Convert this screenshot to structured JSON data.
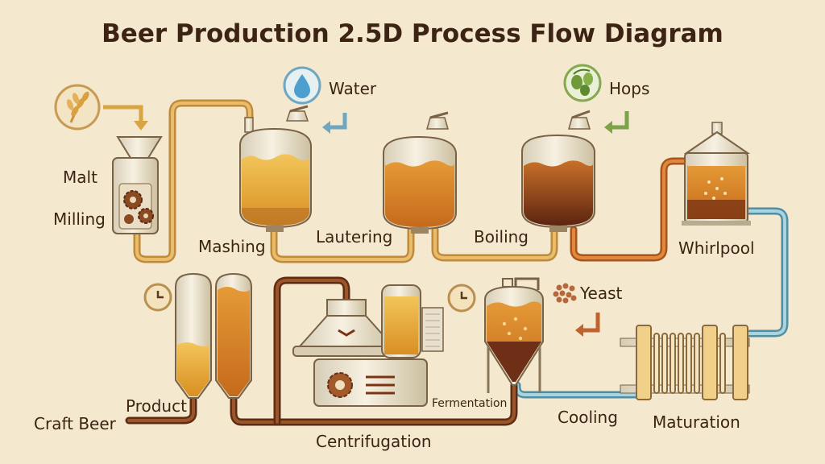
{
  "title": "Beer Production 2.5D Process Flow Diagram",
  "labels": {
    "malt": "Malt",
    "milling": "Milling",
    "water": "Water",
    "hops": "Hops",
    "mashing": "Mashing",
    "lautering": "Lautering",
    "boiling": "Boiling",
    "whirlpool": "Whirlpool",
    "yeast": "Yeast",
    "product": "Product",
    "craft_beer": "Craft Beer",
    "centrifugation": "Centrifugation",
    "fermentation": "Fermentation",
    "cooling": "Cooling",
    "maturation": "Maturation"
  },
  "colors": {
    "background": "#f4e8cf",
    "pipe_tan": "#d9a553",
    "pipe_brown": "#7a3e1f",
    "pipe_blue": "#7fb4c4",
    "beer_gold": "#e8a93a",
    "wort_dark": "#6e2f16",
    "steel": "#e6dfcd",
    "outline": "#6b4a2b",
    "hop_green": "#7da34a",
    "water_blue": "#5aa6cf"
  },
  "icons": [
    "wheat-icon",
    "water-drop-icon",
    "hops-icon",
    "yeast-icon",
    "clock-icon",
    "gear-icon"
  ]
}
